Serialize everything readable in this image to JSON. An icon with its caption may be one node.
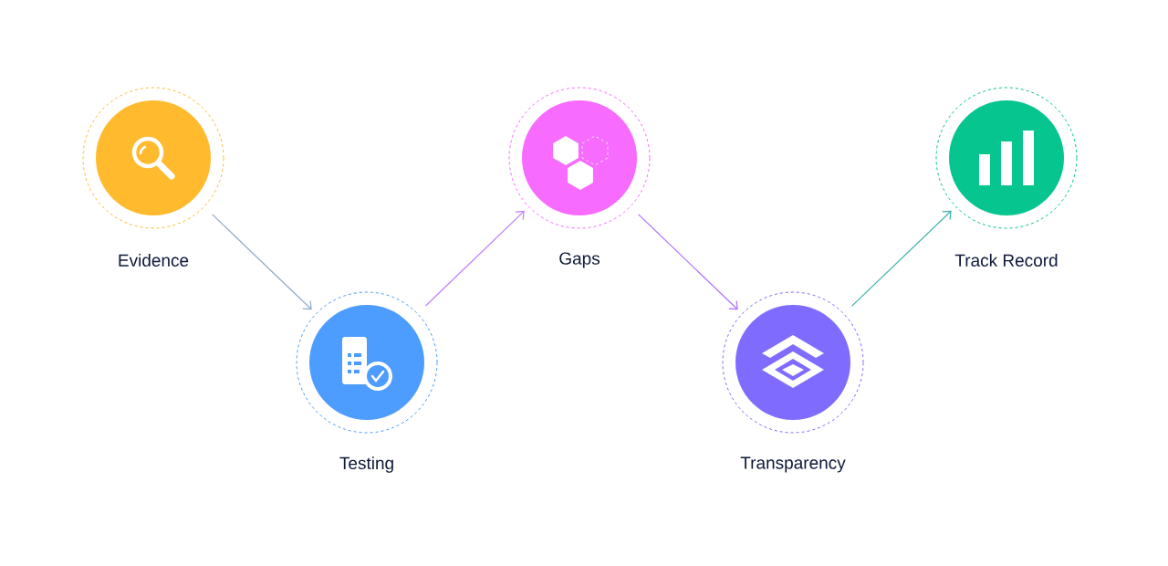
{
  "diagram": {
    "nodes": [
      {
        "text": [
          "Evidence"
        ]
      },
      {
        "text": [
          "Testing"
        ]
      },
      {
        "text": [
          "Gaps"
        ]
      },
      {
        "text": [
          "Transparency"
        ]
      },
      {
        "text": [
          "Track Record"
        ]
      }
    ],
    "edges": [
      {
        "from": 0,
        "to": 1,
        "arrow": "to"
      },
      {
        "from": 1,
        "to": 2,
        "arrow": "to"
      },
      {
        "from": 2,
        "to": 3,
        "arrow": "to"
      },
      {
        "from": 3,
        "to": 4,
        "arrow": "to"
      }
    ]
  }
}
